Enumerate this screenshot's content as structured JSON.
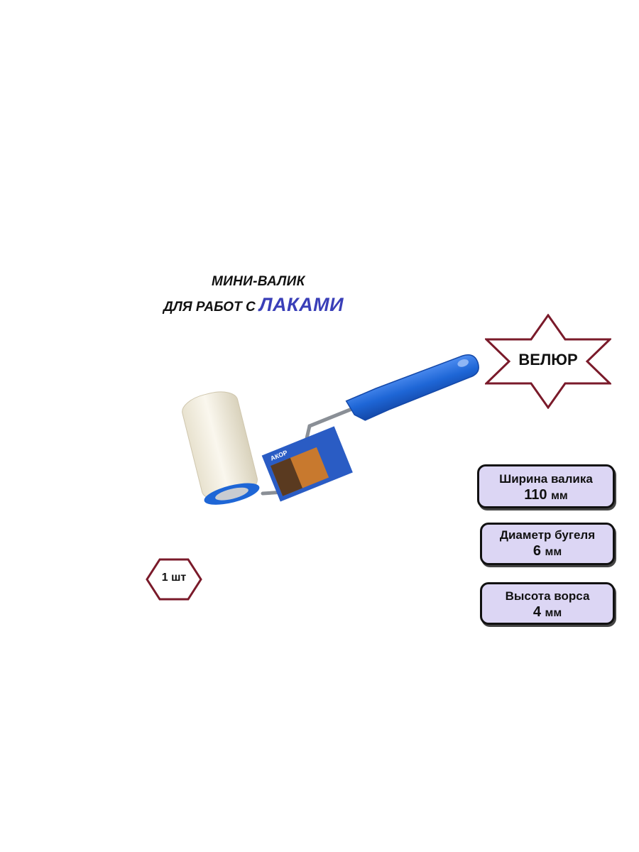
{
  "title": {
    "line1": "МИНИ-ВАЛИК",
    "line2_prefix": "ДЛЯ РАБОТ С",
    "line2_accent": "ЛАКАМИ"
  },
  "badge_star": {
    "label": "ВЕЛЮР",
    "color": "#7a1a2a"
  },
  "badge_hex": {
    "label": "1 шт",
    "color": "#7a1a2a"
  },
  "specs": [
    {
      "label": "Ширина валика",
      "value": "110",
      "unit": "мм"
    },
    {
      "label": "Диаметр бугеля",
      "value": "6",
      "unit": "мм"
    },
    {
      "label": "Высота ворса",
      "value": "4",
      "unit": "мм"
    }
  ],
  "product": {
    "brand_on_card": "АКОР"
  },
  "colors": {
    "accent_text": "#3a3fb8",
    "spec_fill": "#dcd6f4",
    "handle_blue": "#1e66d6",
    "roller_white": "#f3efe2"
  }
}
